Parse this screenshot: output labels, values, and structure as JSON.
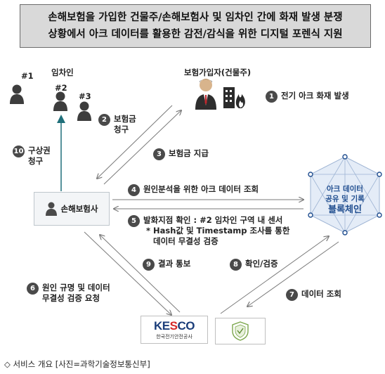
{
  "title": {
    "line1": "손해보험을 가입한 건물주/손해보험사 및 임차인 간에 화재 발생 분쟁",
    "line2": "상황에서 아크 데이터를 활용한 감전/감식을 위한 디지털 포렌식  지원"
  },
  "actors": {
    "tenants_label": "임차인",
    "tenant_ids": [
      "#1",
      "#2",
      "#3"
    ],
    "policyholder_label": "보험가입자(건물주)",
    "insurer_label": "손해보험사",
    "kesco_logo": "KESCO",
    "kesco_name": "한국전기안전공사",
    "blockchain_line1": "아크 데이터",
    "blockchain_line2": "공유 및 기록",
    "blockchain_line3": "블록체인"
  },
  "steps": [
    {
      "num": "1",
      "text": "전기 아크 화재 발생"
    },
    {
      "num": "2",
      "text": "보험금",
      "text2": "청구"
    },
    {
      "num": "3",
      "text": "보험금 지급"
    },
    {
      "num": "4",
      "text": "원인분석을 위한 아크 데이터 조회"
    },
    {
      "num": "5",
      "text": "발화지점 확인 : #2 임차인 구역 내 센서",
      "text2": "* Hash값 및 Timestamp 조사를 통한",
      "text3": "데이터 무결성 검증"
    },
    {
      "num": "6",
      "text": "원인 규명 및 데이터",
      "text2": "무결성 검증 요청"
    },
    {
      "num": "7",
      "text": "데이터 조회"
    },
    {
      "num": "8",
      "text": "확인/검증"
    },
    {
      "num": "9",
      "text": "결과 통보"
    },
    {
      "num": "10",
      "text": "구상권",
      "text2": "청구"
    }
  ],
  "caption": "◇ 서비스 개요 [사진=과학기술정보통신부]",
  "colors": {
    "arrow": "#7a7a7a",
    "tenant_arrow": "#1f6f7a",
    "chain": "#1f4d8f",
    "chain_fill": "#d6e3f3",
    "person": "#3d3d3d",
    "suit_red": "#c0272d"
  }
}
